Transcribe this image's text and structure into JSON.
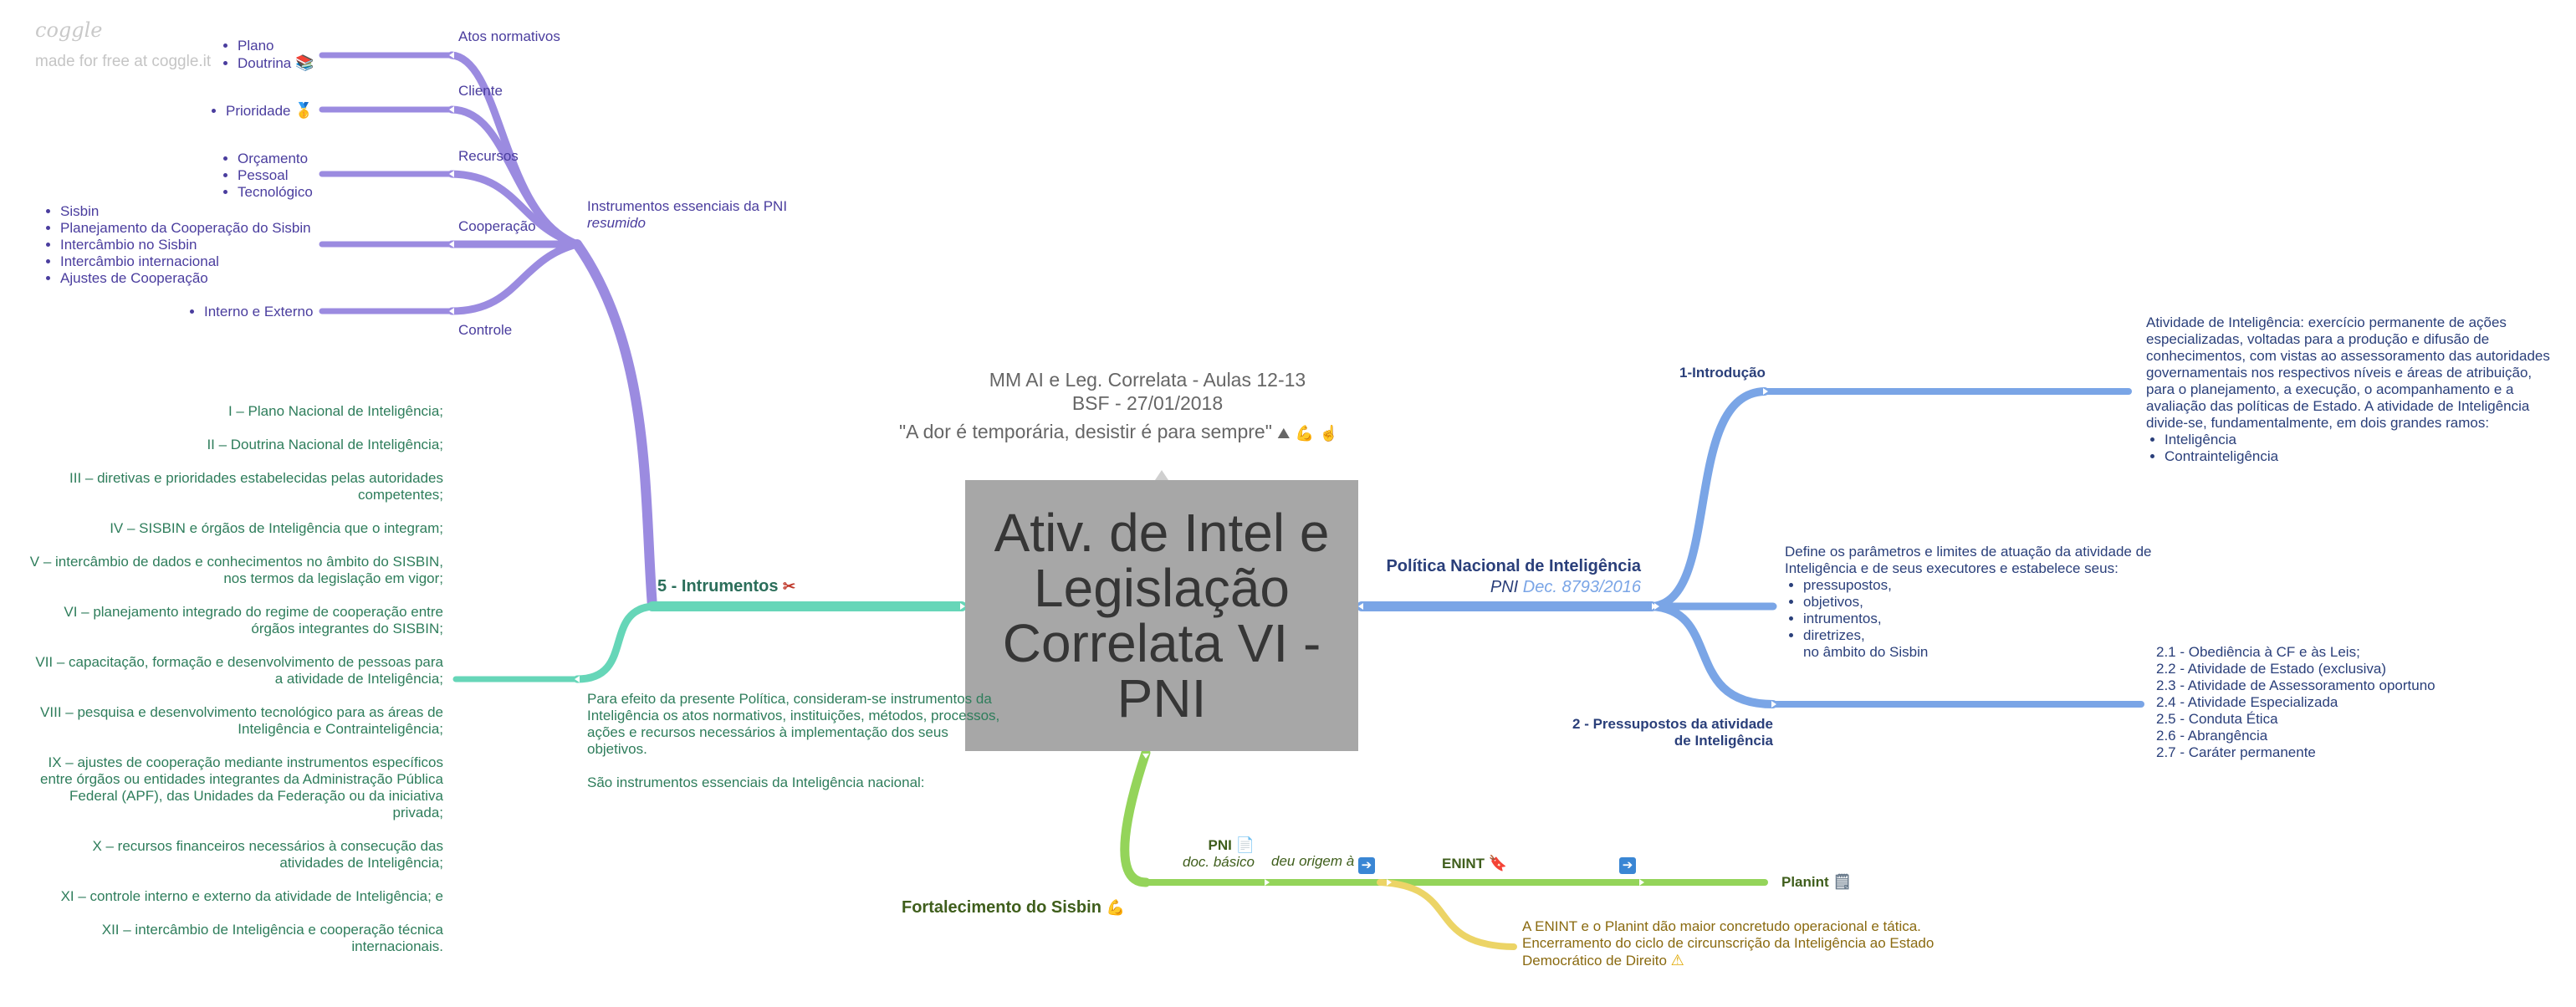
{
  "brand": {
    "logo": "coggle",
    "tagline": "made for free at coggle.it"
  },
  "header": {
    "line1": "MM AI e Leg. Correlata - Aulas 12-13",
    "line2": "BSF - 27/01/2018",
    "quote": "\"A dor é temporária, desistir é para sempre\""
  },
  "center": {
    "title": "Ativ. de Intel e Legislação Correlata VI - PNI"
  },
  "left_top": {
    "atos_normativos": "Atos normativos",
    "atos_items": [
      "Plano",
      "Doutrina"
    ],
    "cliente": "Cliente",
    "cliente_items": [
      "Prioridade"
    ],
    "recursos": "Recursos",
    "recursos_items": [
      "Orçamento",
      "Pessoal",
      "Tecnológico"
    ],
    "cooperacao": "Cooperação",
    "cooperacao_items": [
      "Sisbin",
      "Planejamento da Cooperação do Sisbin",
      "Intercâmbio no Sisbin",
      "Intercâmbio internacional",
      "Ajustes de Cooperação"
    ],
    "controle": "Controle",
    "controle_items": [
      "Interno e Externo"
    ],
    "instrumentos_title": "Instrumentos essenciais da PNI",
    "instrumentos_sub": "resumido"
  },
  "instrumentos": {
    "title": "5 - Intrumentos",
    "para_efeito": "Para efeito da presente Política, consideram-se instrumentos da Inteligência os atos normativos, instituições, métodos, processos, ações e recursos necessários à implementação dos seus objetivos.",
    "sao_instrumentos": "São instrumentos essenciais da Inteligência nacional:",
    "list": [
      "I – Plano Nacional de Inteligência;",
      "II – Doutrina Nacional de Inteligência;",
      "III – diretivas e prioridades estabelecidas pelas autoridades competentes;",
      "IV – SISBIN e órgãos de Inteligência que o integram;",
      "V – intercâmbio de dados e conhecimentos no âmbito do SISBIN, nos termos da legislação em vigor;",
      "VI – planejamento integrado do regime de cooperação entre órgãos integrantes do SISBIN;",
      "VII – capacitação, formação e desenvolvimento de pessoas para a atividade de Inteligência;",
      "VIII – pesquisa e desenvolvimento tecnológico para as áreas de Inteligência e Contrainteligência;",
      "IX – ajustes de cooperação mediante instrumentos específicos entre órgãos ou entidades integrantes da Administração Pública Federal (APF), das Unidades da Federação ou da iniciativa privada;",
      "X – recursos financeiros necessários à consecução das atividades de Inteligência;",
      "XI – controle interno e externo da atividade de Inteligência; e",
      "XII – intercâmbio de Inteligência e cooperação técnica internacionais."
    ]
  },
  "pni": {
    "title": "Política Nacional de Inteligência",
    "sub_pni": "PNI",
    "sub_dec": "Dec. 8793/2016",
    "introducao": "1-Introdução",
    "intro_text": "Atividade de Inteligência: exercício permanente de ações especializadas, voltadas para a produção e difusão de conhecimentos, com vistas ao assessoramento das autoridades governamentais nos respectivos níveis e áreas de atribuição, para o planejamento, a execução, o acompanhamento e a avaliação das políticas de Estado. A atividade de Inteligência divide-se, fundamentalmente, em dois grandes ramos:",
    "intro_items": [
      "Inteligência",
      "Contrainteligência"
    ],
    "define_text": "Define os parâmetros e limites de atuação da atividade de Inteligência e de seus executores e estabelece seus:",
    "define_items": [
      "pressupostos,",
      "objetivos,",
      "intrumentos,",
      "diretrizes,"
    ],
    "define_tail": "no âmbito do Sisbin",
    "pressupostos_title": "2 - Pressupostos da atividade de Inteligência",
    "pressupostos_items": [
      "2.1 - Obediência à CF e às Leis;",
      "2.2 - Atividade de Estado (exclusiva)",
      "2.3 - Atividade de Assessoramento oportuno",
      "2.4 - Atividade Especializada",
      "2.5 - Conduta Ética",
      "2.6 - Abrangência",
      "2.7 - Caráter permanente"
    ]
  },
  "sisbin": {
    "title": "Fortalecimento do Sisbin",
    "pni_label": "PNI",
    "doc_basico": "doc. básico",
    "deu_origem": "deu origem à",
    "enint": "ENINT",
    "planint": "Planint",
    "enint_text": "A ENINT e o Planint dão maior concretudo operacional e tática. Encerramento do ciclo de circunscrição da Inteligência ao Estado Democrático de Direito"
  },
  "icons": [
    "books-icon",
    "medal-icon",
    "mountain-icon",
    "muscle-icon",
    "hand-icon",
    "scissors-icon",
    "document-icon",
    "arrow-right-icon",
    "bookmark-icon",
    "notepad-icon",
    "warning-icon"
  ],
  "colors": {
    "purple": "#9b8be0",
    "teal": "#66d6b8",
    "blue": "#7aa5e6",
    "lime": "#94d45a",
    "yellow": "#ecd466",
    "center_bg": "#a7a7a7"
  }
}
